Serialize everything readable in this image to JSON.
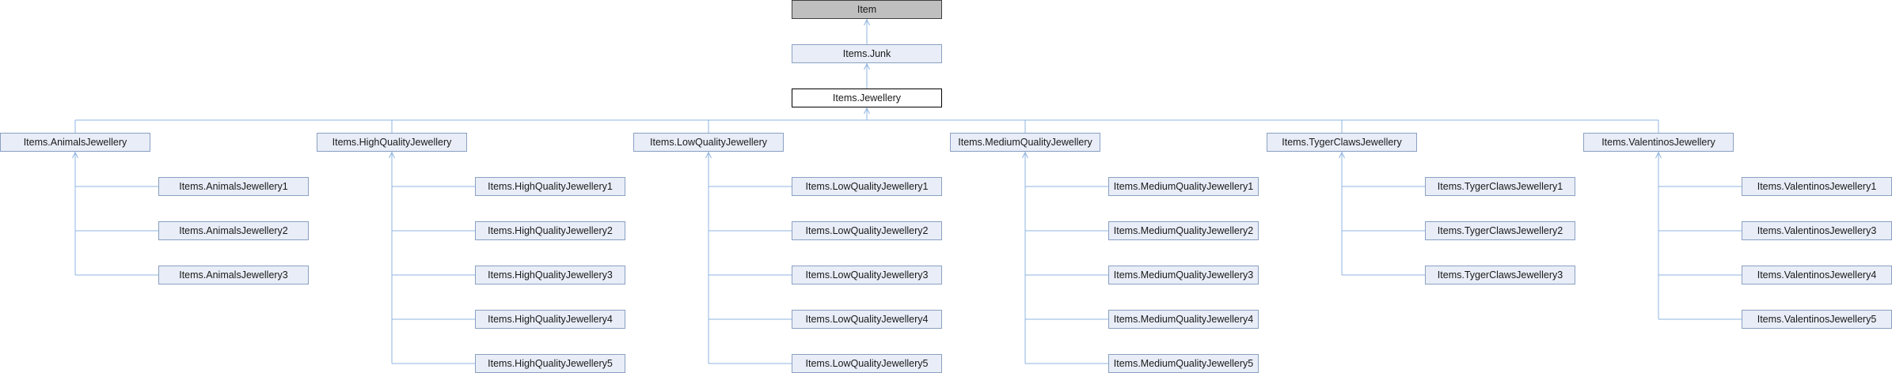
{
  "root": {
    "label": "Item"
  },
  "junk": {
    "label": "Items.Junk"
  },
  "jewellery": {
    "label": "Items.Jewellery"
  },
  "groups": [
    {
      "label": "Items.AnimalsJewellery",
      "children": [
        "Items.AnimalsJewellery1",
        "Items.AnimalsJewellery2",
        "Items.AnimalsJewellery3"
      ]
    },
    {
      "label": "Items.HighQualityJewellery",
      "children": [
        "Items.HighQualityJewellery1",
        "Items.HighQualityJewellery2",
        "Items.HighQualityJewellery3",
        "Items.HighQualityJewellery4",
        "Items.HighQualityJewellery5"
      ]
    },
    {
      "label": "Items.LowQualityJewellery",
      "children": [
        "Items.LowQualityJewellery1",
        "Items.LowQualityJewellery2",
        "Items.LowQualityJewellery3",
        "Items.LowQualityJewellery4",
        "Items.LowQualityJewellery5"
      ]
    },
    {
      "label": "Items.MediumQualityJewellery",
      "children": [
        "Items.MediumQualityJewellery1",
        "Items.MediumQualityJewellery2",
        "Items.MediumQualityJewellery3",
        "Items.MediumQualityJewellery4",
        "Items.MediumQualityJewellery5"
      ]
    },
    {
      "label": "Items.TygerClawsJewellery",
      "children": [
        "Items.TygerClawsJewellery1",
        "Items.TygerClawsJewellery2",
        "Items.TygerClawsJewellery3"
      ]
    },
    {
      "label": "Items.ValentinosJewellery",
      "children": [
        "Items.ValentinosJewellery1",
        "Items.ValentinosJewellery3",
        "Items.ValentinosJewellery4",
        "Items.ValentinosJewellery5"
      ]
    }
  ],
  "colors": {
    "edge": "#8fb4e0",
    "node_fill": "#e8edf7",
    "node_border": "#8ba0c2",
    "root_fill": "#bfbfbf",
    "focus_fill": "#ffffff"
  }
}
